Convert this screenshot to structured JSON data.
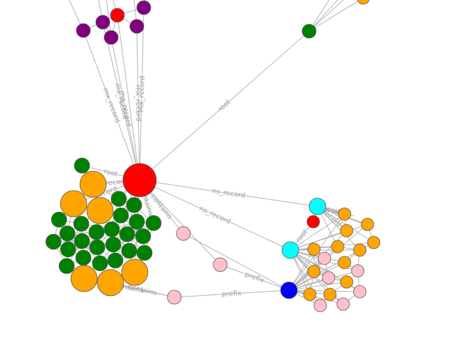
{
  "graph": {
    "colors": {
      "hub": "#ff0000",
      "green": "#008000",
      "orange": "#ffa500",
      "purple": "#800080",
      "pink": "#ffc0cb",
      "cyan": "#00ffff",
      "blue": "#0000ff",
      "red": "#ff0000",
      "edge": "#b3b3b3",
      "label": "#a0a0a0"
    },
    "edge_labels": [
      "root",
      "mx_record",
      "mx_record",
      "mx_record",
      "mx_record",
      "mx_record",
      "root",
      "ns_record",
      "ns_record",
      "prefix",
      "prefix",
      "prefix",
      "contains",
      "contains",
      "contains",
      "root",
      "record",
      "record",
      "record",
      "contains",
      "record",
      "root",
      "record",
      "record",
      "record"
    ]
  }
}
